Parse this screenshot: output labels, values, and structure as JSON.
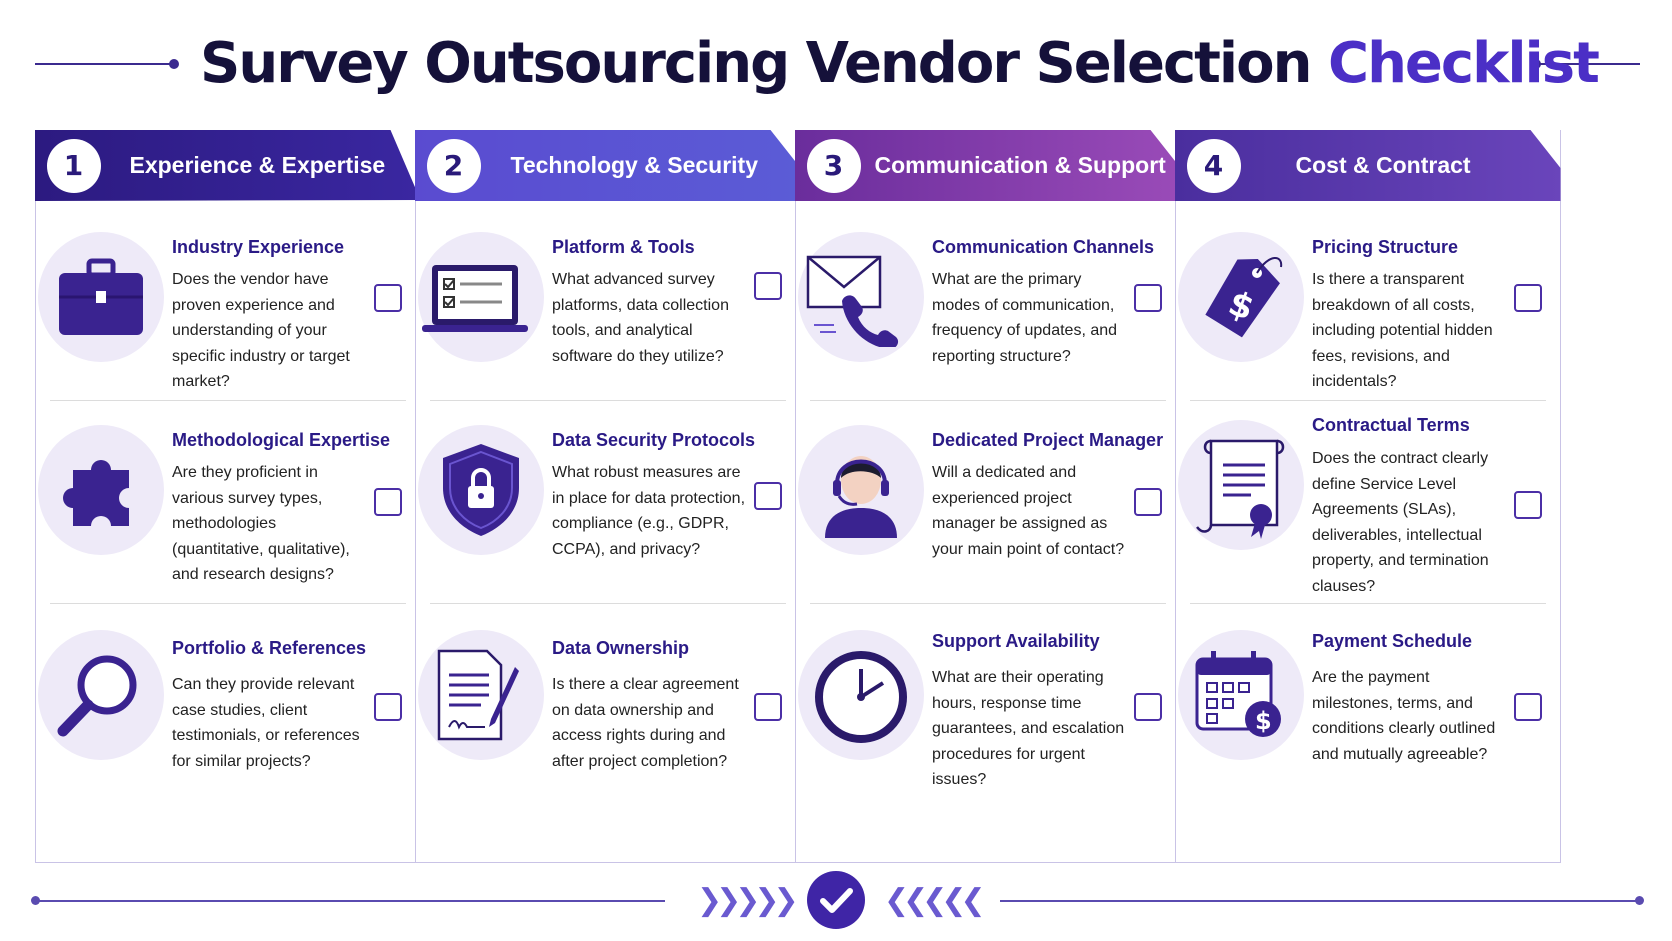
{
  "title": {
    "main": "Survey Outsourcing Vendor Selection",
    "accent": "Checklist"
  },
  "colors": {
    "title": "#15113a",
    "accent": "#4b2fc6",
    "heading_text": "#2a1a86",
    "checkbox_border": "#4b2fa6"
  },
  "columns": [
    {
      "number": "1",
      "title": "Experience & Expertise",
      "items": [
        {
          "icon": "briefcase-icon",
          "title": "Industry Experience",
          "description": "Does the vendor have proven experience and understanding of your specific industry or target market?"
        },
        {
          "icon": "puzzle-piece-icon",
          "title": "Methodological Expertise",
          "description": "Are they proficient in various survey types, methodologies (quantitative, qualitative), and research designs?"
        },
        {
          "icon": "magnifying-glass-icon",
          "title": "Portfolio & References",
          "description": "Can they provide relevant case studies, client testimonials, or references for similar projects?"
        }
      ]
    },
    {
      "number": "2",
      "title": "Technology & Security",
      "items": [
        {
          "icon": "laptop-checklist-icon",
          "title": "Platform & Tools",
          "description": "What advanced survey platforms, data collection tools, and analytical software do they utilize?"
        },
        {
          "icon": "shield-lock-icon",
          "title": "Data Security Protocols",
          "description": "What robust measures are in place for data protection, compliance (e.g., GDPR, CCPA), and privacy?"
        },
        {
          "icon": "signed-document-icon",
          "title": "Data Ownership",
          "description": "Is there a clear agreement on data ownership and access rights during and after project completion?"
        }
      ]
    },
    {
      "number": "3",
      "title": "Communication & Support",
      "items": [
        {
          "icon": "envelope-phone-icon",
          "title": "Communication Channels",
          "description": "What are the primary modes of communication, frequency of updates, and reporting structure?"
        },
        {
          "icon": "headset-person-icon",
          "title": "Dedicated Project Manager",
          "description": "Will a dedicated and experienced project manager be assigned as your main point of contact?"
        },
        {
          "icon": "clock-icon",
          "title": "Support Availability",
          "description": "What are their operating hours, response time guarantees, and escalation procedures for urgent issues?"
        }
      ]
    },
    {
      "number": "4",
      "title": "Cost & Contract",
      "items": [
        {
          "icon": "price-tag-icon",
          "title": "Pricing Structure",
          "description": "Is there a transparent breakdown of all costs, including potential hidden fees, revisions, and incidentals?"
        },
        {
          "icon": "contract-scroll-icon",
          "title": "Contractual Terms",
          "description": "Does the contract clearly define Service Level Agreements (SLAs), deliverables, intellectual property, and termination clauses?"
        },
        {
          "icon": "calendar-dollar-icon",
          "title": "Payment Schedule",
          "description": "Are the payment milestones, terms, and conditions clearly outlined and mutually agreeable?"
        }
      ]
    }
  ],
  "footer": {
    "icon": "checkmark-icon",
    "left_arrows": "❯❯❯❯❯",
    "right_arrows": "❮❮❮❮❮"
  }
}
